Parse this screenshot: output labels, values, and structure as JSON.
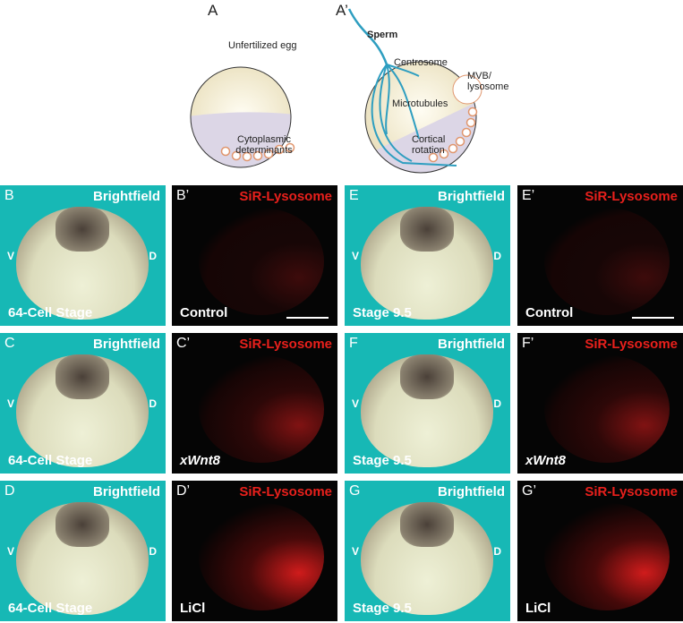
{
  "diagram": {
    "label_a": "A",
    "label_a_prime": "A’",
    "egg_title": "Unfertilized egg",
    "determinants": "Cytoplasmic determinants",
    "sperm": "Sperm",
    "centrosome": "Centrosome",
    "mvb": "MVB/ lysosome",
    "microtubules": "Microtubules",
    "cortical": "Cortical rotation"
  },
  "panels": [
    {
      "letter": "B",
      "title": "Brightfield",
      "bottom": "64-Cell Stage",
      "v": "V",
      "d": "D"
    },
    {
      "letter": "B’",
      "title": "SiR-Lysosome",
      "bottom": "Control"
    },
    {
      "letter": "E",
      "title": "Brightfield",
      "bottom": "Stage 9.5",
      "v": "V",
      "d": "D"
    },
    {
      "letter": "E’",
      "title": "SiR-Lysosome",
      "bottom": "Control"
    },
    {
      "letter": "C",
      "title": "Brightfield",
      "bottom": "64-Cell Stage",
      "v": "V",
      "d": "D"
    },
    {
      "letter": "C’",
      "title": "SiR-Lysosome",
      "bottom": "xWnt8"
    },
    {
      "letter": "F",
      "title": "Brightfield",
      "bottom": "Stage 9.5",
      "v": "V",
      "d": "D"
    },
    {
      "letter": "F’",
      "title": "SiR-Lysosome",
      "bottom": "xWnt8"
    },
    {
      "letter": "D",
      "title": "Brightfield",
      "bottom": "64-Cell Stage",
      "v": "V",
      "d": "D"
    },
    {
      "letter": "D’",
      "title": "SiR-Lysosome",
      "bottom": "LiCl"
    },
    {
      "letter": "G",
      "title": "Brightfield",
      "bottom": "Stage 9.5",
      "v": "V",
      "d": "D"
    },
    {
      "letter": "G’",
      "title": "SiR-Lysosome",
      "bottom": "LiCl"
    }
  ]
}
